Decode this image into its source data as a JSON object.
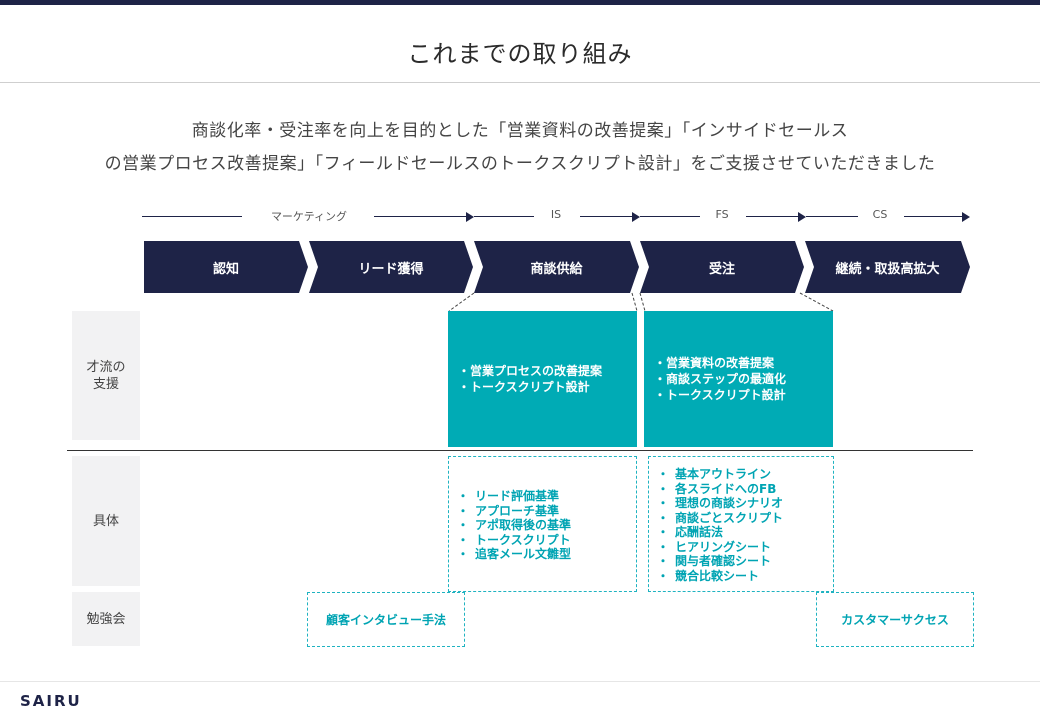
{
  "title": "これまでの取り組み",
  "lead": {
    "line1": "商談化率・受注率を向上を目的とした「営業資料の改善提案」「インサイドセールス",
    "line2": "の営業プロセス改善提案」「フィールドセールスのトークスクリプト設計」をご支援させていただきました"
  },
  "stages": {
    "marketing": "マーケティング",
    "is": "IS",
    "fs": "FS",
    "cs": "CS"
  },
  "phases": [
    "認知",
    "リード獲得",
    "商談供給",
    "受注",
    "継続・取扱高拡大"
  ],
  "rows": {
    "support": "才流の\n支援",
    "concrete": "具体",
    "study": "勉強会"
  },
  "support_items": {
    "is": [
      "・営業プロセスの改善提案",
      "・トークスクリプト設計"
    ],
    "fs": [
      "・営業資料の改善提案",
      "・商談ステップの最適化",
      "・トークスクリプト設計"
    ]
  },
  "concrete_items": {
    "is": [
      "リード評価基準",
      "アプローチ基準",
      "アポ取得後の基準",
      "トークスクリプト",
      "追客メール文雛型"
    ],
    "fs": [
      "基本アウトライン",
      "各スライドへのFB",
      "理想の商談シナリオ",
      "商談ごとスクリプト",
      "応酬話法",
      "ヒアリングシート",
      "関与者確認シート",
      "競合比較シート"
    ]
  },
  "study_items": {
    "customer_interview": "顧客インタビュー手法",
    "customer_success": "カスタマーサクセス"
  },
  "logo": "SAIRU",
  "colors": {
    "navy": "#1e2347",
    "teal": "#00abb5",
    "teal_text": "#00a4b3"
  }
}
